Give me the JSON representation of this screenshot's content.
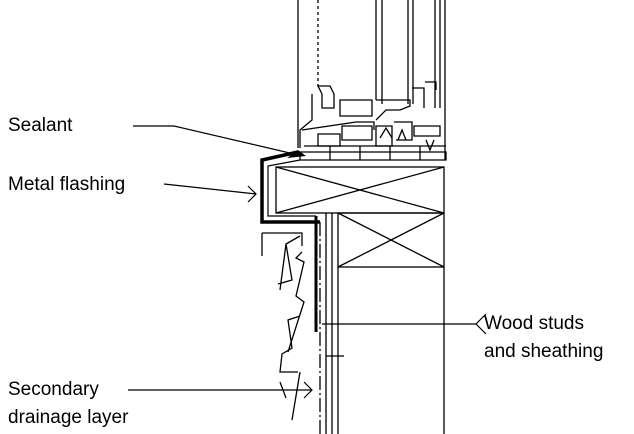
{
  "labels": {
    "sealant": "Sealant",
    "metal_flashing": "Metal flashing",
    "wood_studs_line1": "Wood studs",
    "wood_studs_line2": "and sheathing",
    "secondary_line1": "Secondary",
    "secondary_line2": "drainage layer"
  },
  "colors": {
    "line": "#000000",
    "background": "#ffffff"
  }
}
